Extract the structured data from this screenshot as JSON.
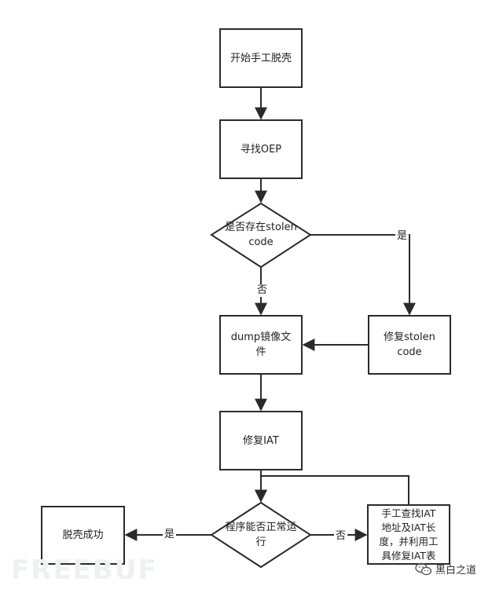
{
  "colors": {
    "stroke": "#2b2b2b",
    "fill": "#ffffff",
    "text": "#222222"
  },
  "nodes": {
    "start": "开始手工脱壳",
    "find_oep": "寻找OEP",
    "stolen_code_check": "是否存在stolen\ncode",
    "dump_image": "dump镜像文\n件",
    "fix_stolen": "修复stolen\ncode",
    "fix_iat": "修复IAT",
    "run_check": "程序能否正常运\n行",
    "unpack_success": "脱壳成功",
    "manual_iat": "手工查找IAT\n地址及IAT长\n度，并利用工\n具修复IAT表"
  },
  "edge_labels": {
    "stolen_yes": "是",
    "stolen_no": "否",
    "run_yes": "是",
    "run_no": "否"
  },
  "watermark": {
    "left": "FREEBUF",
    "right": "黑白之道",
    "icon": "wechat-icon"
  }
}
